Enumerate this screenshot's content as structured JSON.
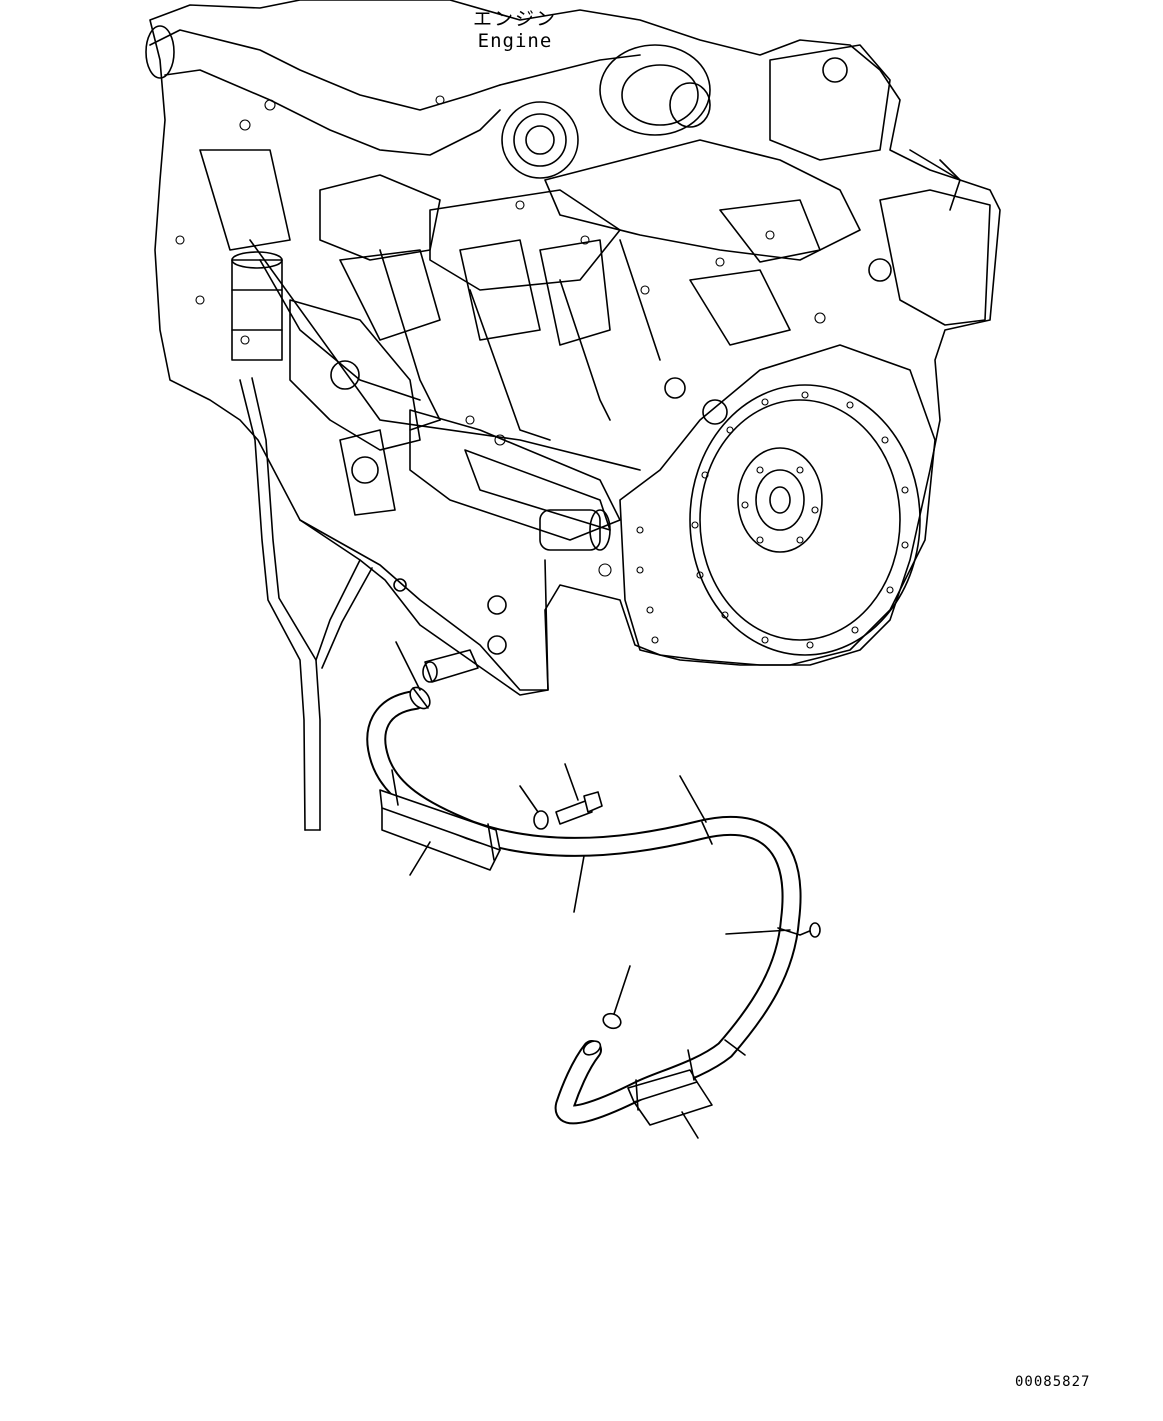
{
  "engine_label": {
    "japanese": "エンジン",
    "english": "Engine"
  },
  "figure_number": "00085827",
  "colors": {
    "line": "#000000",
    "background": "#ffffff"
  }
}
